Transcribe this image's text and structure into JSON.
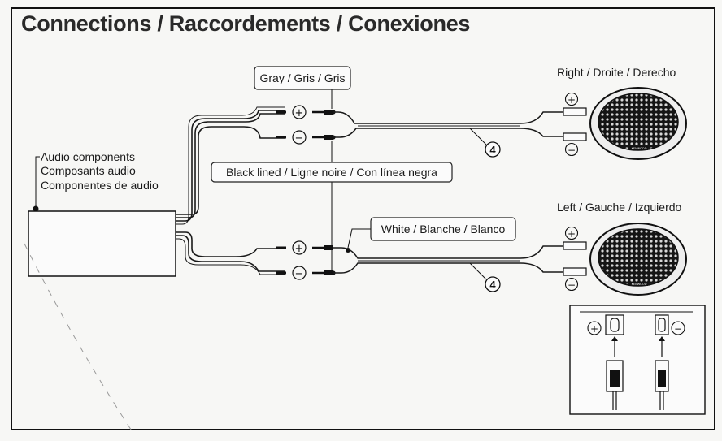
{
  "title": "Connections / Raccordements / Conexiones",
  "labels": {
    "audio_components": [
      "Audio components",
      "Composants audio",
      "Componentes de audio"
    ],
    "gray": "Gray / Gris / Gris",
    "black_lined": "Black lined / Ligne noire / Con línea negra",
    "white": "White / Blanche / Blanco",
    "right": "Right / Droite / Derecho",
    "left": "Left / Gauche / Izquierdo",
    "callout_number": "4",
    "plus_symbol": "+",
    "minus_symbol": "−",
    "speaker_brand": "KENWOOD"
  },
  "colors": {
    "line": "#1a1a1a",
    "background": "#f7f7f5"
  }
}
